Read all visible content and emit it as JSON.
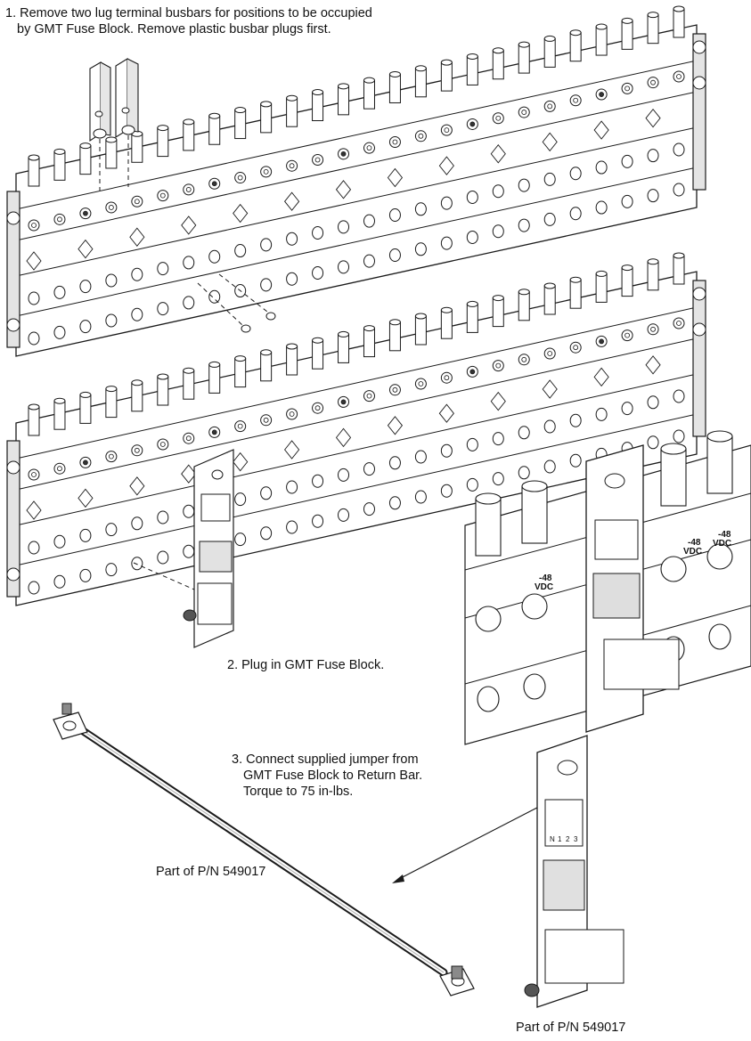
{
  "steps": [
    {
      "number": "1.",
      "lines": [
        "Remove two lug terminal busbars for positions to be occupied",
        "by GMT Fuse Block. Remove plastic busbar plugs first."
      ]
    },
    {
      "number": "2.",
      "lines": [
        "Plug in GMT Fuse Block."
      ]
    },
    {
      "number": "3.",
      "lines": [
        "Connect supplied jumper from",
        "GMT Fuse Block to Return Bar.",
        "Torque to 75 in-lbs."
      ]
    }
  ],
  "part_labels": {
    "jumper": "Part of P/N 549017",
    "fuse_block": "Part of P/N 549017"
  },
  "vdc_label": "VDC",
  "vdc_value": "-48",
  "terminal_markings": [
    "N",
    "1",
    "2",
    "3"
  ],
  "colors": {
    "line": "#1a1a1a",
    "fill": "#ffffff",
    "shade": "#cfcfcf",
    "dark": "#6d6d6d"
  },
  "icons": [
    "bolt-icon",
    "cable-lug-icon",
    "terminal-screw-icon"
  ]
}
